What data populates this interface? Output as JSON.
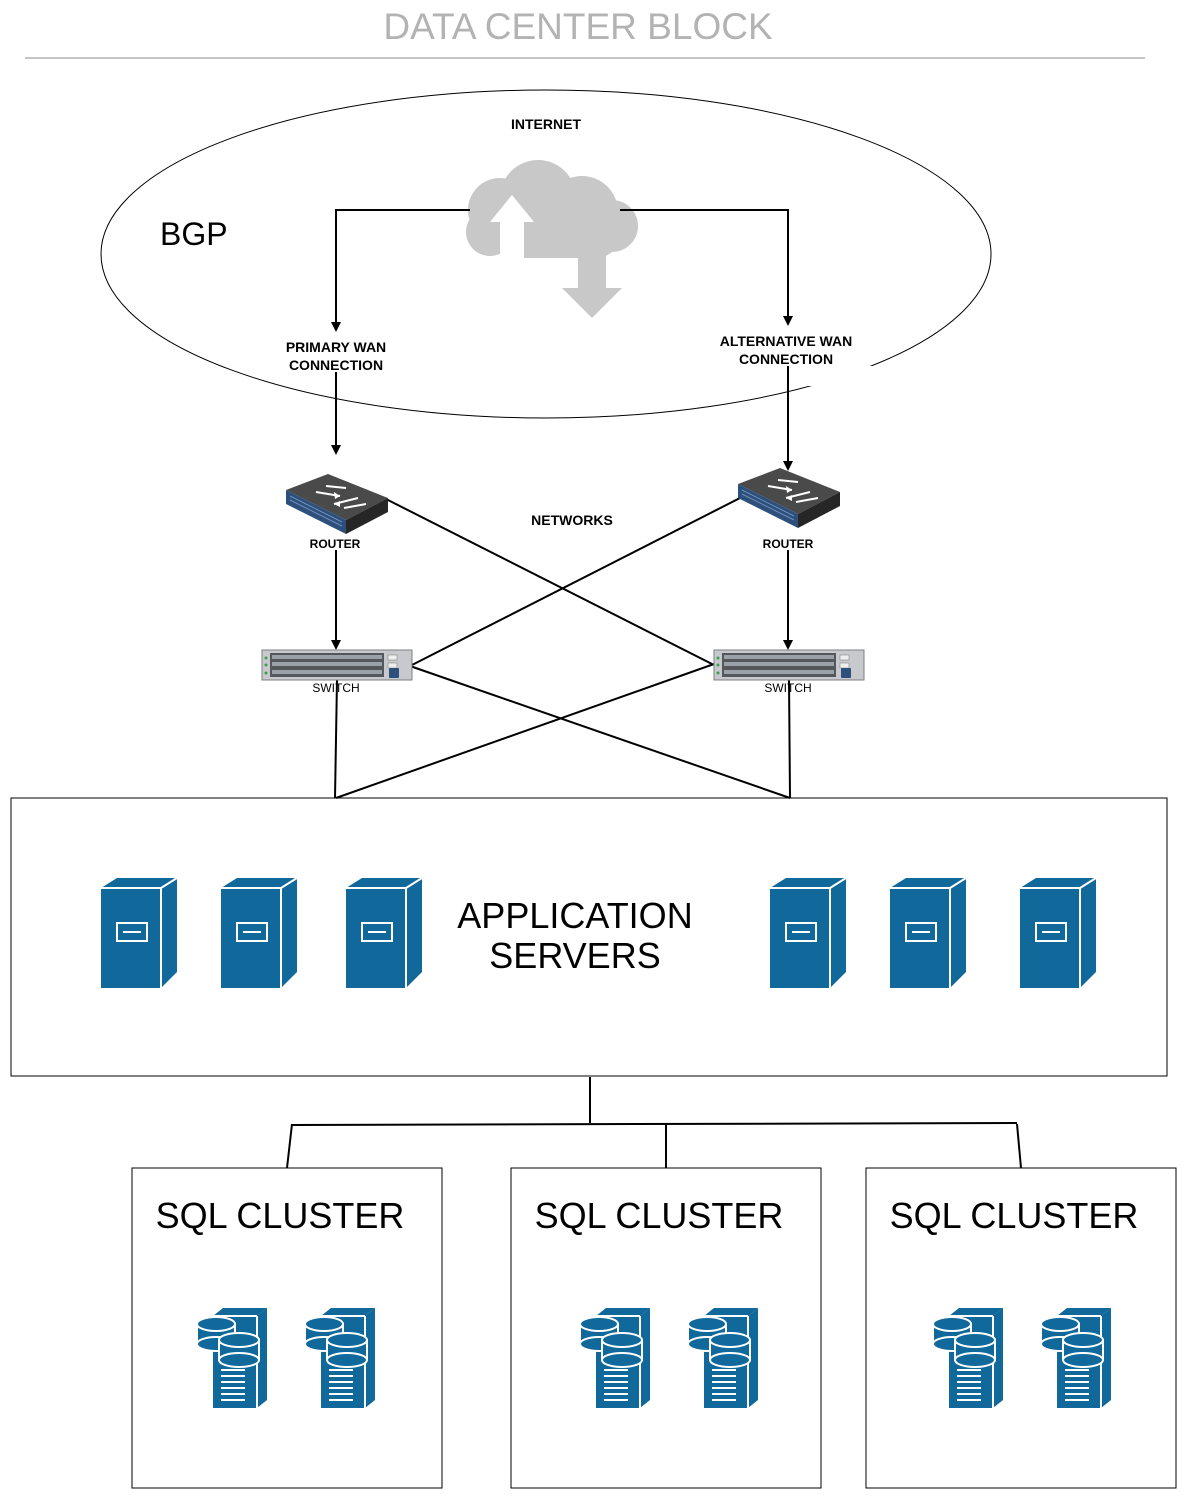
{
  "title": "DATA CENTER BLOCK",
  "internet": {
    "label": "INTERNET",
    "protocol_label": "BGP",
    "primary_wan": [
      "PRIMARY WAN",
      "CONNECTION"
    ],
    "alternative_wan": [
      "ALTERNATIVE WAN",
      "CONNECTION"
    ]
  },
  "networks": {
    "label": "NETWORKS",
    "router_label": "ROUTER",
    "switch_label": "SWITCH"
  },
  "application": {
    "label_line1": "APPLICATION",
    "label_line2": "SERVERS"
  },
  "clusters": [
    {
      "label": "SQL CLUSTER"
    },
    {
      "label": "SQL CLUSTER"
    },
    {
      "label": "SQL CLUSTER"
    }
  ],
  "colors": {
    "server_blue": "#10699a",
    "cloud_grey": "#c8c8c8",
    "device_dark": "#3a3a3a",
    "device_blue": "#2c4f7c",
    "title_grey": "#b3b3b3"
  },
  "icons": {
    "cloud": "cloud-icon",
    "router": "router-icon",
    "switch": "switch-icon",
    "app_server": "server-tower-icon",
    "db_server": "database-server-icon"
  }
}
